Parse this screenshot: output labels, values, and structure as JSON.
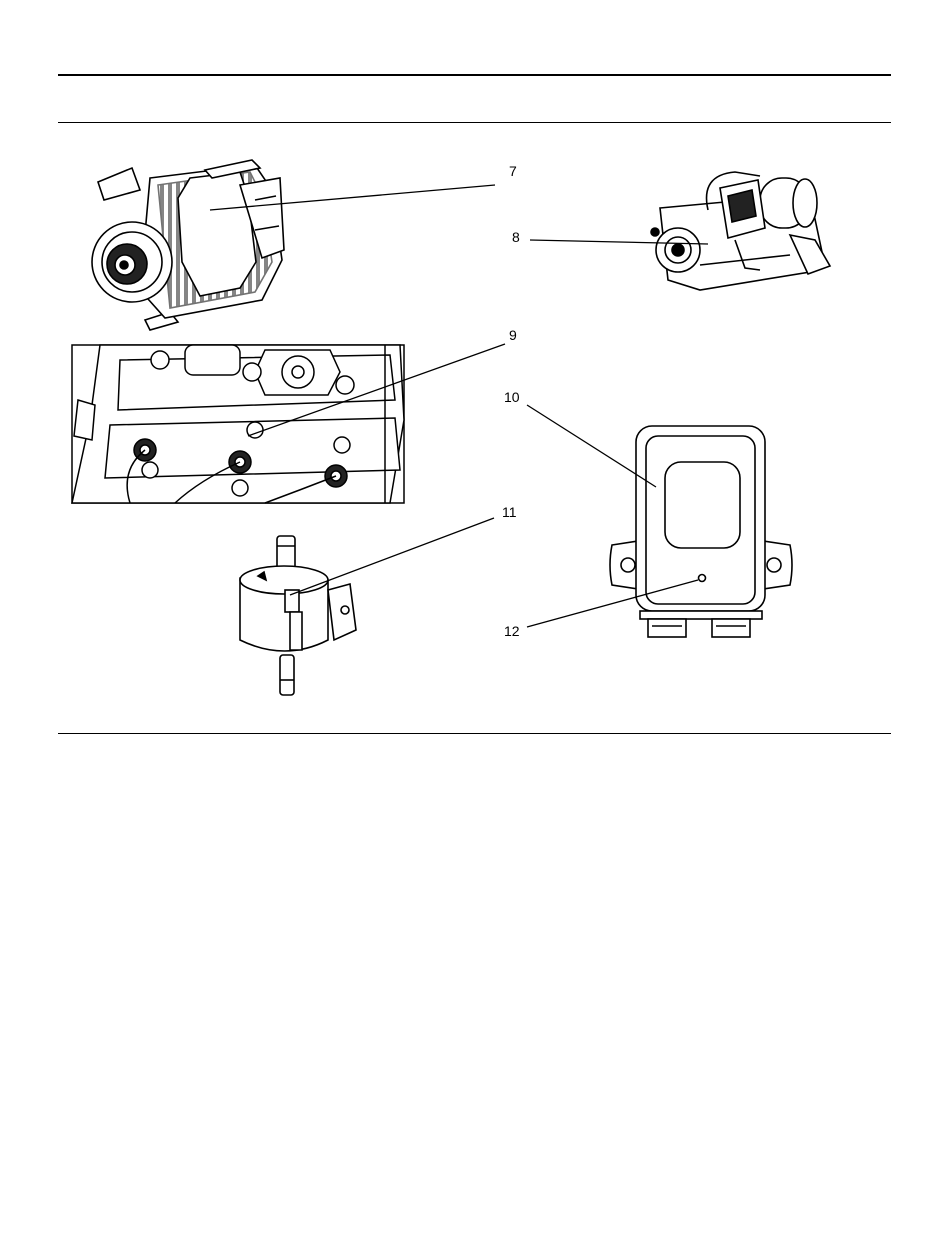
{
  "figure": {
    "callouts": [
      {
        "id": "7",
        "label": "7",
        "part": "alternator-illustration"
      },
      {
        "id": "8",
        "label": "8",
        "part": "starter-motor-illustration"
      },
      {
        "id": "9",
        "label": "9",
        "part": "engine-top-with-injectors-illustration"
      },
      {
        "id": "10",
        "label": "10",
        "part": "control-module-illustration"
      },
      {
        "id": "11",
        "label": "11",
        "part": "fuel-pump-illustration"
      },
      {
        "id": "12",
        "label": "12",
        "part": "control-module-indicator"
      }
    ]
  }
}
